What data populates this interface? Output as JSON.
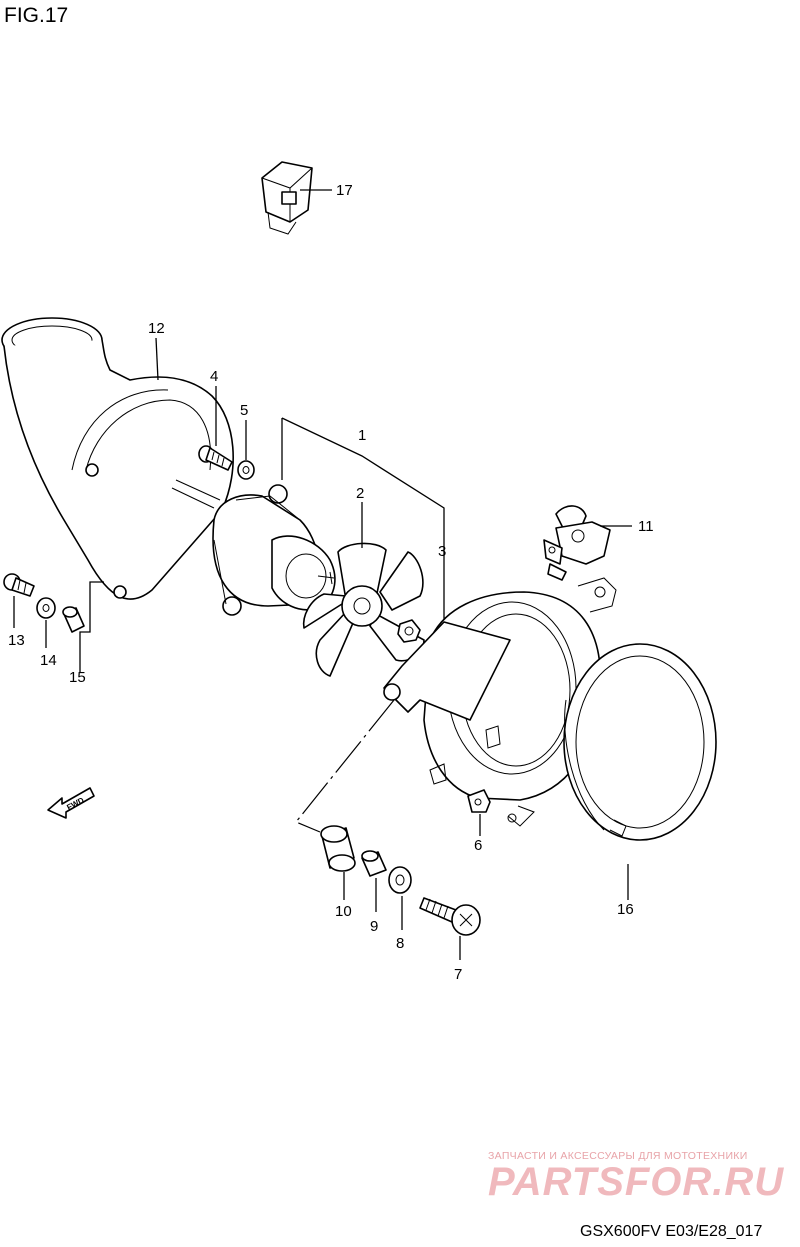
{
  "figure": {
    "title": "FIG.17",
    "code": "GSX600FV E03/E28_017"
  },
  "watermark": {
    "tagline": "ЗАПЧАСТИ И АКСЕССУАРЫ ДЛЯ МОТОТЕХНИКИ",
    "brand": "PARTSFOR.RU"
  },
  "direction_marker": "FWD",
  "callouts": [
    "1",
    "2",
    "3",
    "4",
    "5",
    "6",
    "7",
    "8",
    "9",
    "10",
    "11",
    "12",
    "13",
    "14",
    "15",
    "16",
    "17"
  ]
}
